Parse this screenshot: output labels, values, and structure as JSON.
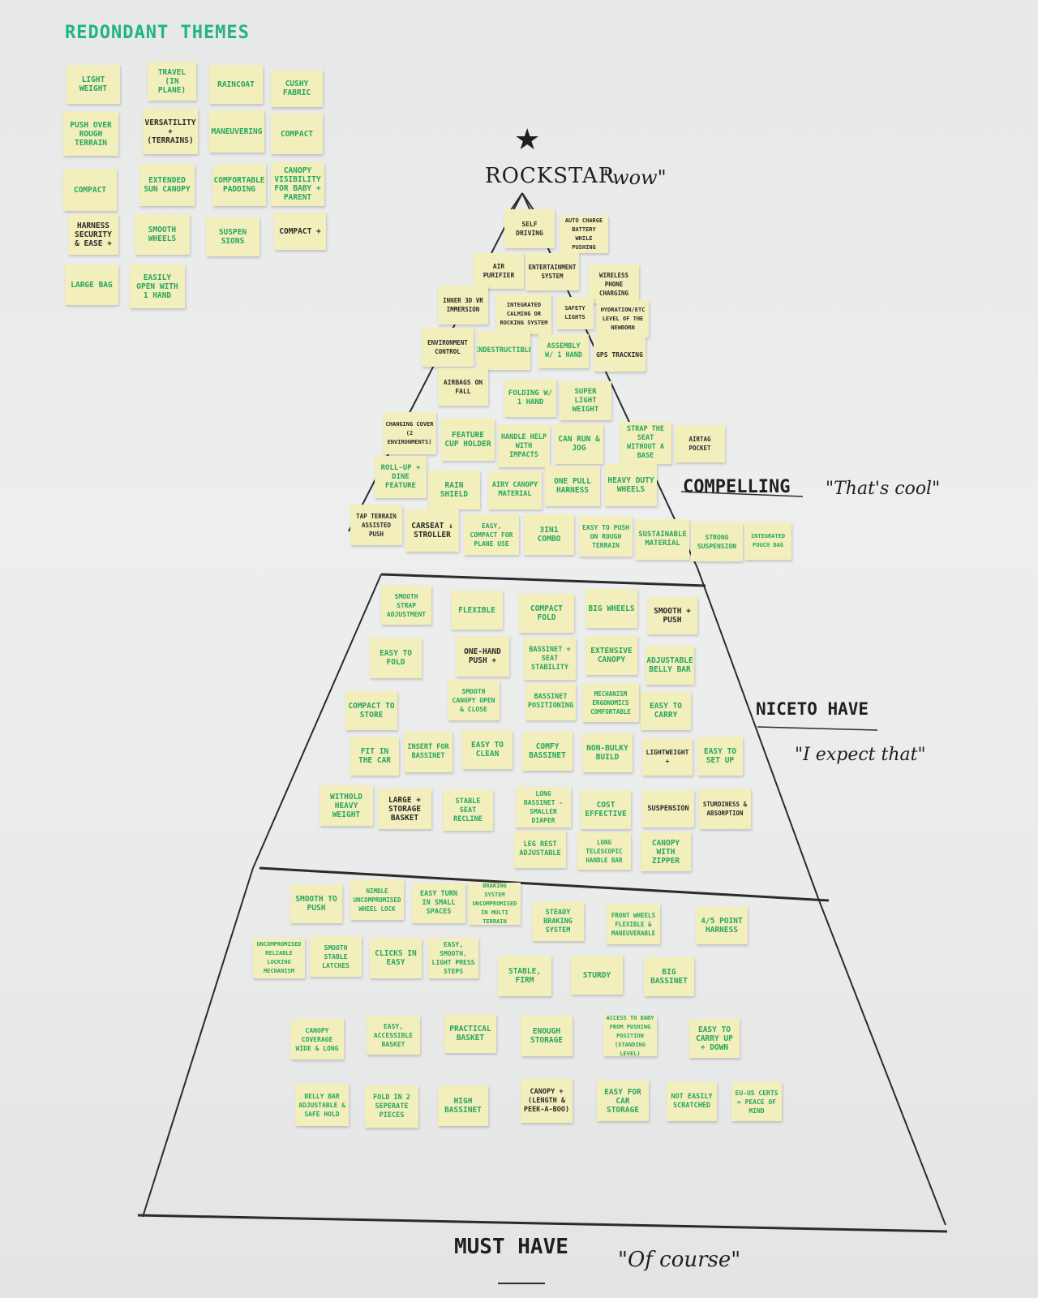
{
  "redundant_title": "REDONDANT THEMES",
  "top_star": "★",
  "tiers": {
    "rockstar": {
      "title": "ROCKSTAR",
      "quote": "\"wow\""
    },
    "compelling": {
      "title": "COMPELLING",
      "quote": "\"That's cool\""
    },
    "nice": {
      "title": "NICETO HAVE",
      "quote": "\"I expect that\""
    },
    "must": {
      "title": "MUST HAVE",
      "quote": "\"Of course\""
    }
  },
  "redundant_notes": [
    {
      "text": "LIGHT WEIGHT"
    },
    {
      "text": "TRAVEL (IN PLANE)"
    },
    {
      "text": "RAINCOAT"
    },
    {
      "text": "CUSHY FABRIC"
    },
    {
      "text": "PUSH OVER ROUGH TERRAIN"
    },
    {
      "text": "VERSATILITY + (TERRAINS)"
    },
    {
      "text": "MANEUVERING"
    },
    {
      "text": "COMPACT"
    },
    {
      "text": "COMPACT"
    },
    {
      "text": "EXTENDED SUN CANOPY"
    },
    {
      "text": "Comfortable padding"
    },
    {
      "text": "CANOPY VISIBILITY FOR BABY + PARENT"
    },
    {
      "text": "HARNESS SECURITY & EASE +"
    },
    {
      "text": "Smooth wheels"
    },
    {
      "text": "SUSPEN SIONS"
    },
    {
      "text": "COMPACT +"
    },
    {
      "text": "LARGE BAG"
    },
    {
      "text": "EASILY OPEN WITH 1 HAND"
    }
  ],
  "rockstar_notes": [
    {
      "text": "SELF DRIVING"
    },
    {
      "text": "AUTO CHARGE BATTERY WHILE PUSHING"
    },
    {
      "text": "AIR PURIFIER"
    },
    {
      "text": "ENTERTAINMENT SYSTEM"
    },
    {
      "text": "WIRELESS PHONE CHARGING"
    },
    {
      "text": "INNER 3D VR IMMERSION"
    },
    {
      "text": "INTEGRATED CALMING OR ROCKING SYSTEM"
    },
    {
      "text": "SAFETY LIGHTS"
    },
    {
      "text": "HYDRATION/ETC LEVEL OF THE NEWBORN"
    },
    {
      "text": "ENVIRONMENT CONTROL"
    },
    {
      "text": "INDESTRUCTIBLE"
    },
    {
      "text": "ASSEMBLY W/ 1 HAND"
    },
    {
      "text": "GPS TRACKING"
    },
    {
      "text": "AIRBAGS ON FALL"
    },
    {
      "text": "FOLDING W/ 1 HAND"
    },
    {
      "text": "SUPER LIGHT WEIGHT"
    }
  ],
  "compelling_notes": [
    {
      "text": "CHANGING COVER (2 ENVIRONMENTS)"
    },
    {
      "text": "FEATURE CUP HOLDER"
    },
    {
      "text": "HANDLE HELP WITH IMPACTS"
    },
    {
      "text": "CAN RUN & JOG"
    },
    {
      "text": "STRAP THE SEAT WITHOUT A BASE"
    },
    {
      "text": "AIRTAG POCKET"
    },
    {
      "text": "ROLL-UP + DINE FEATURE"
    },
    {
      "text": "RAIN SHIELD"
    },
    {
      "text": "AIRY CANOPY MATERIAL"
    },
    {
      "text": "ONE PULL HARNESS"
    },
    {
      "text": "HEAVY DUTY WHEELS"
    },
    {
      "text": "TAP TERRAIN ASSISTED PUSH"
    },
    {
      "text": "CARSEAT ↓ STROLLER"
    },
    {
      "text": "EASY, COMPACT FOR PLANE USE"
    },
    {
      "text": "3IN1 COMBO"
    },
    {
      "text": "EASY TO PUSH ON ROUGH TERRAIN"
    },
    {
      "text": "SUSTAINABLE MATERIAL"
    },
    {
      "text": "STRONG SUSPENSION"
    },
    {
      "text": "INTEGRATED POUCH BAG"
    }
  ],
  "nice_notes": [
    {
      "text": "SMOOTH STRAP ADJUSTMENT"
    },
    {
      "text": "FLEXIBLE"
    },
    {
      "text": "COMPACT FOLD"
    },
    {
      "text": "BIG WHEELS"
    },
    {
      "text": "SMOOTH + PUSH"
    },
    {
      "text": "EASY TO FOLD"
    },
    {
      "text": "ONE-HAND PUSH +"
    },
    {
      "text": "BASSINET + SEAT STABILITY"
    },
    {
      "text": "EXTENSIVE CANOPY"
    },
    {
      "text": "ADJUSTABLE BELLY BAR"
    },
    {
      "text": "SMOOTH CANOPY OPEN & CLOSE"
    },
    {
      "text": "BASSINET POSITIONING"
    },
    {
      "text": "MECHANISM ERGONOMICS COMFORTABLE"
    },
    {
      "text": "EASY TO CARRY"
    },
    {
      "text": "COMPACT TO STORE"
    },
    {
      "text": "FIT IN THE CAR"
    },
    {
      "text": "INSERT FOR BASSINET"
    },
    {
      "text": "EASY TO CLEAN"
    },
    {
      "text": "COMFY BASSINET"
    },
    {
      "text": "NON-BULKY BUILD"
    },
    {
      "text": "LIGHTWEIGHT +"
    },
    {
      "text": "EASY TO SET UP"
    },
    {
      "text": "WITHOLD HEAVY WEIGHT"
    },
    {
      "text": "LARGE + STORAGE BASKET"
    },
    {
      "text": "STABLE SEAT RECLINE"
    },
    {
      "text": "LONG BASSINET -SMALLER DIAPER"
    },
    {
      "text": "COST EFFECTIVE"
    },
    {
      "text": "SUSPENSION"
    },
    {
      "text": "STURDINESS & ABSORPTION"
    },
    {
      "text": "LEG REST ADJUSTABLE"
    },
    {
      "text": "LONG TELESCOPIC HANDLE BAR"
    },
    {
      "text": "CANOPY WITH ZIPPER"
    }
  ],
  "must_notes": [
    {
      "text": "SMOOTH TO PUSH"
    },
    {
      "text": "NIMBLE UNCOMPROMISED WHEEL LOCK"
    },
    {
      "text": "EASY TURN IN SMALL SPACES"
    },
    {
      "text": "BRAKING SYSTEM UNCOMPROMISED IN MULTI TERRAIN"
    },
    {
      "text": "STEADY BRAKING SYSTEM"
    },
    {
      "text": "FRONT WHEELS FLEXIBLE & MANEUVERABLE"
    },
    {
      "text": "4/5 POINT HARNESS"
    },
    {
      "text": "UNCOMPROMISED RELIABLE LOCKING MECHANISM"
    },
    {
      "text": "SMOOTH STABLE LATCHES"
    },
    {
      "text": "CLICKS IN EASY"
    },
    {
      "text": "EASY, SMOOTH, LIGHT PRESS STEPS"
    },
    {
      "text": "STABLE, FIRM"
    },
    {
      "text": "STURDY"
    },
    {
      "text": "BIG BASSINET"
    },
    {
      "text": "CANOPY COVERAGE WIDE & LONG"
    },
    {
      "text": "EASY, ACCESSIBLE BASKET"
    },
    {
      "text": "PRACTICAL BASKET"
    },
    {
      "text": "ENOUGH STORAGE"
    },
    {
      "text": "ACCESS TO BABY FROM PUSHING POSITION (STANDING LEVEL)"
    },
    {
      "text": "EASY TO CARRY UP + DOWN"
    },
    {
      "text": "BELLY BAR ADJUSTABLE & SAFE HOLD"
    },
    {
      "text": "FOLD IN 2 SEPERATE PIECES"
    },
    {
      "text": "HIGH BASSINET"
    },
    {
      "text": "CANOPY + (LENGTH & PEEK-A-BOO)"
    },
    {
      "text": "EASY FOR CAR STORAGE"
    },
    {
      "text": "NOT EASILY SCRATCHED"
    },
    {
      "text": "EU-US CERTS = PEACE OF MIND"
    }
  ]
}
